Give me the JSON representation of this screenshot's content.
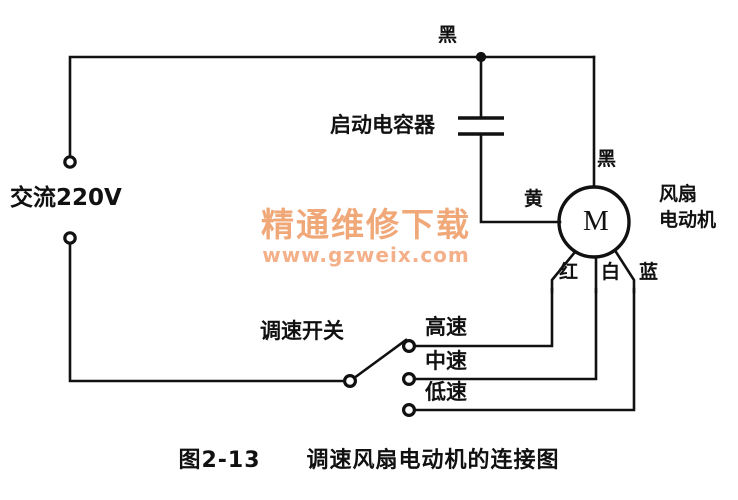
{
  "figure": {
    "caption_number": "图2-13",
    "caption_title": "调速风扇电动机的连接图",
    "caption_full": "图2-13　　调速风扇电动机的连接图"
  },
  "source": {
    "power_label": "交流220V"
  },
  "capacitor": {
    "label": "启动电容器"
  },
  "motor": {
    "symbol": "M",
    "name_line1": "风扇",
    "name_line2": "电动机",
    "terminals": {
      "top": "黑",
      "top_upper": "黑",
      "left": "黄",
      "bottom_left": "红",
      "bottom_mid": "白",
      "bottom_right": "蓝"
    }
  },
  "switch": {
    "label": "调速开关",
    "positions": [
      {
        "label": "高速"
      },
      {
        "label": "中速"
      },
      {
        "label": "低速"
      }
    ]
  },
  "watermark": {
    "text_cn": "精通维修下载",
    "url": "www.gzweix.com",
    "color": "#f0a878"
  },
  "colors": {
    "wire": "#111111",
    "background": "#ffffff",
    "watermark": "#f0a878"
  }
}
